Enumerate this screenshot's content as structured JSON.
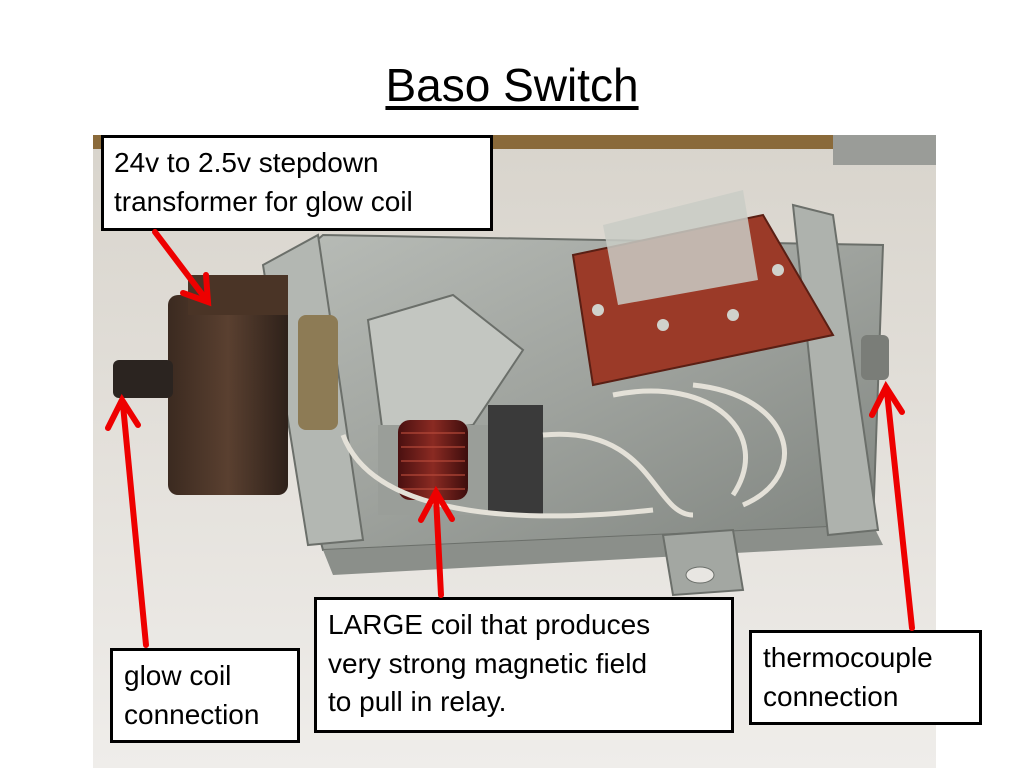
{
  "slide": {
    "title": "Baso Switch"
  },
  "callouts": {
    "transformer": {
      "line1": "24v to 2.5v stepdown",
      "line2": "transformer for glow coil"
    },
    "glow_coil": {
      "line1": "glow coil",
      "line2": "connection"
    },
    "large_coil": {
      "line1": "LARGE coil that produces",
      "line2": "very strong magnetic field",
      "line3": "to pull in relay."
    },
    "thermocouple": {
      "line1": "thermocouple",
      "line2": "connection"
    }
  },
  "colors": {
    "arrow": "#ee0000",
    "background": "#ffffff",
    "text": "#000000"
  }
}
